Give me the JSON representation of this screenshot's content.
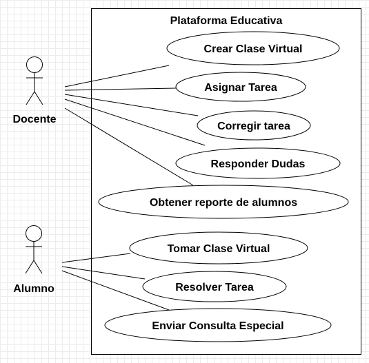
{
  "system": {
    "title": "Plataforma Educativa"
  },
  "actors": [
    {
      "id": "docente",
      "label": "Docente"
    },
    {
      "id": "alumno",
      "label": "Alumno"
    }
  ],
  "use_cases": [
    {
      "id": "crear-clase-virtual",
      "label": "Crear Clase Virtual"
    },
    {
      "id": "asignar-tarea",
      "label": "Asignar Tarea"
    },
    {
      "id": "corregir-tarea",
      "label": "Corregir tarea"
    },
    {
      "id": "responder-dudas",
      "label": "Responder Dudas"
    },
    {
      "id": "obtener-reporte",
      "label": "Obtener reporte de alumnos"
    },
    {
      "id": "tomar-clase-virtual",
      "label": "Tomar Clase Virtual"
    },
    {
      "id": "resolver-tarea",
      "label": "Resolver Tarea"
    },
    {
      "id": "enviar-consulta",
      "label": "Enviar Consulta Especial"
    }
  ],
  "associations": [
    {
      "actor": "docente",
      "use_case": "crear-clase-virtual"
    },
    {
      "actor": "docente",
      "use_case": "asignar-tarea"
    },
    {
      "actor": "docente",
      "use_case": "corregir-tarea"
    },
    {
      "actor": "docente",
      "use_case": "responder-dudas"
    },
    {
      "actor": "docente",
      "use_case": "obtener-reporte"
    },
    {
      "actor": "alumno",
      "use_case": "tomar-clase-virtual"
    },
    {
      "actor": "alumno",
      "use_case": "resolver-tarea"
    },
    {
      "actor": "alumno",
      "use_case": "enviar-consulta"
    }
  ]
}
